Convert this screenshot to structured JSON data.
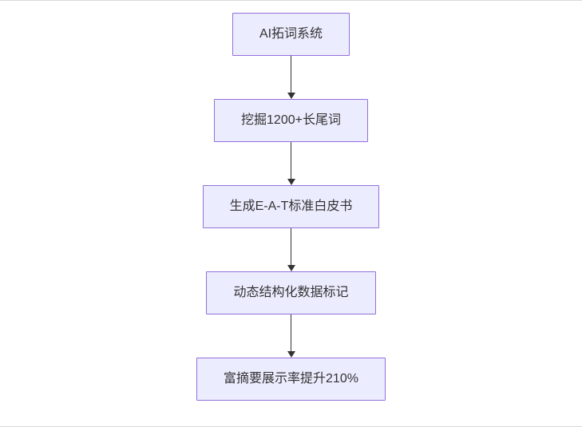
{
  "diagram": {
    "type": "flowchart",
    "direction": "top-down",
    "colors": {
      "node_fill": "#ececff",
      "node_border": "#9370db",
      "node_text": "#333333",
      "arrow": "#333333",
      "background": "#ffffff",
      "frame_border": "#d9d9d9"
    },
    "nodes": [
      {
        "id": "step-1",
        "label": "AI拓词系统"
      },
      {
        "id": "step-2",
        "label": "挖掘1200+长尾词"
      },
      {
        "id": "step-3",
        "label": "生成E-A-T标准白皮书"
      },
      {
        "id": "step-4",
        "label": "动态结构化数据标记"
      },
      {
        "id": "step-5",
        "label": "富摘要展示率提升210%"
      }
    ],
    "edges": [
      {
        "from": "step-1",
        "to": "step-2"
      },
      {
        "from": "step-2",
        "to": "step-3"
      },
      {
        "from": "step-3",
        "to": "step-4"
      },
      {
        "from": "step-4",
        "to": "step-5"
      }
    ]
  }
}
